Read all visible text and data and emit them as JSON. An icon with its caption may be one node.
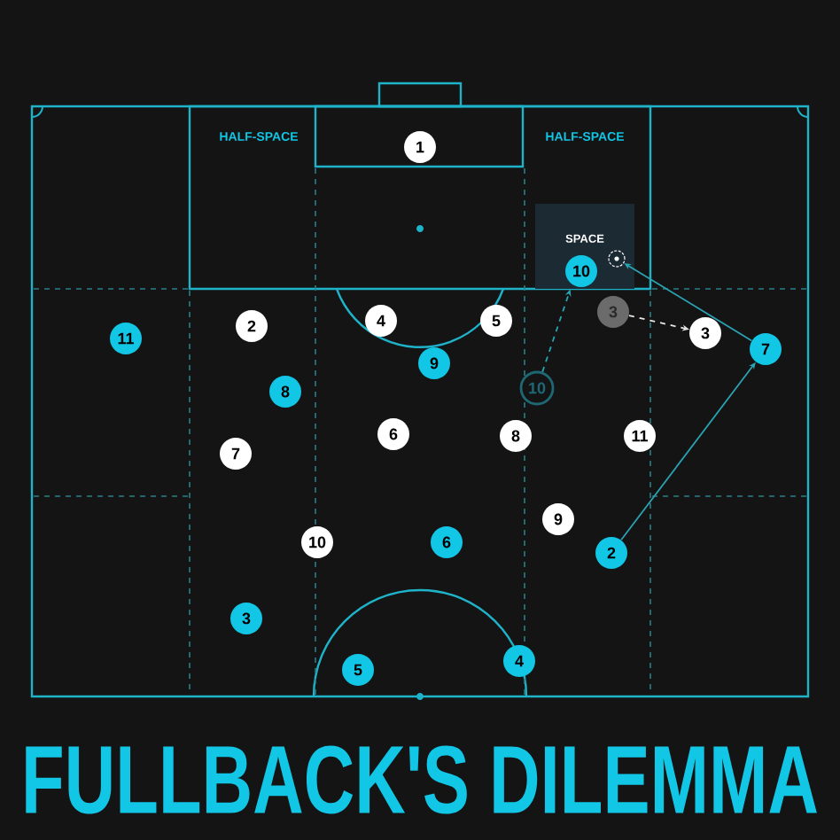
{
  "diagram": {
    "title": "FULLBACK'S DILEMMA",
    "nodes": [
      {
        "text": [
          "1"
        ]
      },
      {
        "text": [
          "SPACE"
        ]
      },
      {
        "text": [],
        "shape": "circle",
        "in": 1
      },
      {
        "text": [
          "10"
        ],
        "in": 1
      },
      {
        "text": [
          "3"
        ]
      },
      {
        "text": [
          "4"
        ]
      },
      {
        "text": [
          "5"
        ]
      },
      {
        "text": [
          "2"
        ]
      },
      {
        "text": [
          "3"
        ]
      },
      {
        "text": [
          "11"
        ]
      },
      {
        "text": [
          "7"
        ]
      },
      {
        "text": [
          "9"
        ]
      },
      {
        "text": [
          "10"
        ]
      },
      {
        "text": [
          "8"
        ]
      },
      {
        "text": [
          "6"
        ]
      },
      {
        "text": [
          "8"
        ]
      },
      {
        "text": [
          "11"
        ]
      },
      {
        "text": [
          "7"
        ]
      },
      {
        "text": [
          "9"
        ]
      },
      {
        "text": [
          "10"
        ]
      },
      {
        "text": [
          "6"
        ]
      },
      {
        "text": [
          "2"
        ]
      },
      {
        "text": [
          "3"
        ]
      },
      {
        "text": [
          "4"
        ]
      },
      {
        "text": [
          "5"
        ]
      }
    ],
    "edges": [
      {
        "from": 21,
        "to": 10,
        "arrow": "to"
      },
      {
        "from": 10,
        "to": 2,
        "arrow": "to"
      },
      {
        "from": 4,
        "to": 8,
        "arrow": "to",
        "style": "dashed",
        "color": "#e6e6e6"
      },
      {
        "from": 12,
        "to": 1,
        "arrow": "to",
        "style": "dashed"
      }
    ],
    "labels": [
      "HALF-SPACE",
      "HALF-SPACE"
    ]
  }
}
